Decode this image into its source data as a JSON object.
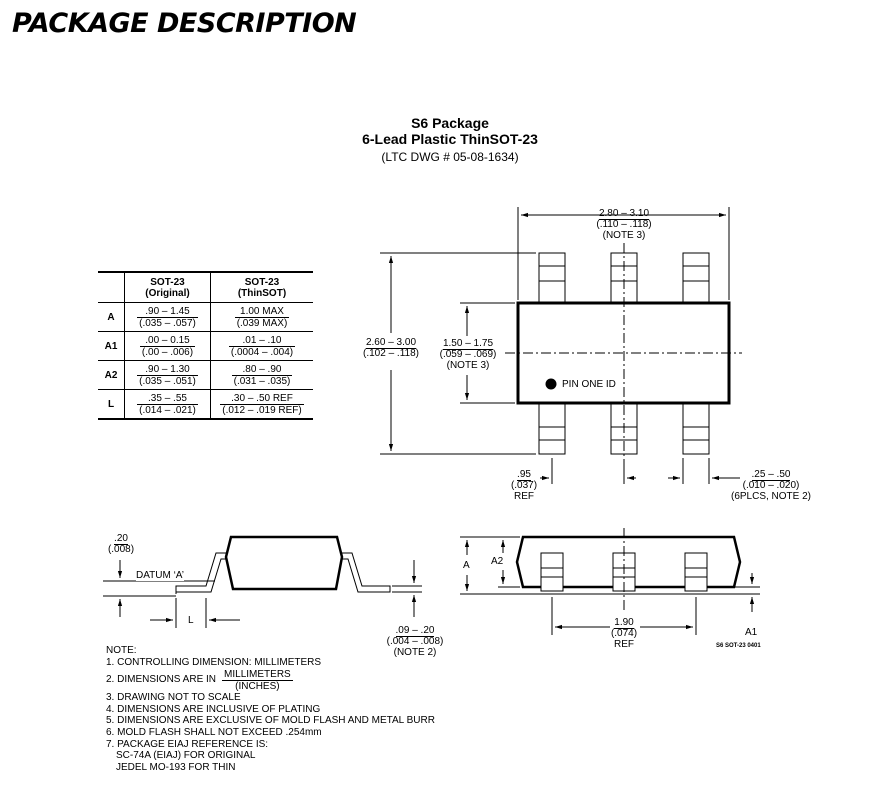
{
  "header": "PACKAGE DESCRIPTION",
  "title": {
    "line1": "S6 Package",
    "line2": "6-Lead Plastic ThinSOT-23",
    "line3": "(LTC DWG # 05-08-1634)"
  },
  "table": {
    "headers": [
      {
        "top": "",
        "bottom": ""
      },
      {
        "top": "SOT-23",
        "bottom": "(Original)"
      },
      {
        "top": "SOT-23",
        "bottom": "(ThinSOT)"
      }
    ],
    "rows": [
      {
        "label": "A",
        "orig": {
          "n": ".90 – 1.45",
          "d": "(.035 – .057)"
        },
        "thin": {
          "n": "1.00 MAX",
          "d": "(.039 MAX)"
        }
      },
      {
        "label": "A1",
        "orig": {
          "n": ".00 – 0.15",
          "d": "(.00 – .006)"
        },
        "thin": {
          "n": ".01 – .10",
          "d": "(.0004 – .004)"
        }
      },
      {
        "label": "A2",
        "orig": {
          "n": ".90 – 1.30",
          "d": "(.035 – .051)"
        },
        "thin": {
          "n": ".80 – .90",
          "d": "(.031 – .035)"
        }
      },
      {
        "label": "L",
        "orig": {
          "n": ".35 – .55",
          "d": "(.014 – .021)"
        },
        "thin": {
          "n": ".30 – .50 REF",
          "d": "(.012 – .019 REF)"
        }
      }
    ]
  },
  "labels": {
    "top_width": {
      "n": "2.80 – 3.10",
      "d": "(.110 – .118)",
      "note": "(NOTE 3)"
    },
    "total_height": {
      "n": "2.60 – 3.00",
      "d": "(.102 – .118)"
    },
    "body_width": {
      "n": "1.50 – 1.75",
      "d": "(.059 – .069)",
      "note": "(NOTE 3)"
    },
    "pin_one": "PIN ONE ID",
    "pitch": {
      "n": ".95",
      "d": "(.037)",
      "note": "REF"
    },
    "lead_width": {
      "n": ".25 – .50",
      "d": "(.010 – .020)",
      "note": "(6PLCS, NOTE 2)"
    },
    "standoff": {
      "n": ".20",
      "d": "(.008)"
    },
    "datum": "DATUM ‘A’",
    "L": "L",
    "lead_thk": {
      "n": ".09 – .20",
      "d": "(.004 – .008)",
      "note": "(NOTE 2)"
    },
    "A": "A",
    "A2": "A2",
    "A1": "A1",
    "span": {
      "n": "1.90",
      "d": "(.074)",
      "note": "REF"
    },
    "ref_code": "S6 SOT-23 0401"
  },
  "notes": {
    "heading": "NOTE:",
    "n1": "1. CONTROLLING DIMENSION: MILLIMETERS",
    "n2": "2. DIMENSIONS ARE IN",
    "n2_num": "MILLIMETERS",
    "n2_den": "(INCHES)",
    "n3": "3. DRAWING NOT TO SCALE",
    "n4": "4. DIMENSIONS ARE INCLUSIVE OF PLATING",
    "n5": "5. DIMENSIONS ARE EXCLUSIVE OF MOLD FLASH AND METAL BURR",
    "n6": "6. MOLD FLASH SHALL NOT EXCEED .254mm",
    "n7": "7. PACKAGE EIAJ REFERENCE IS:",
    "n7a": "SC-74A (EIAJ) FOR ORIGINAL",
    "n7b": "JEDEL MO-193 FOR THIN"
  }
}
